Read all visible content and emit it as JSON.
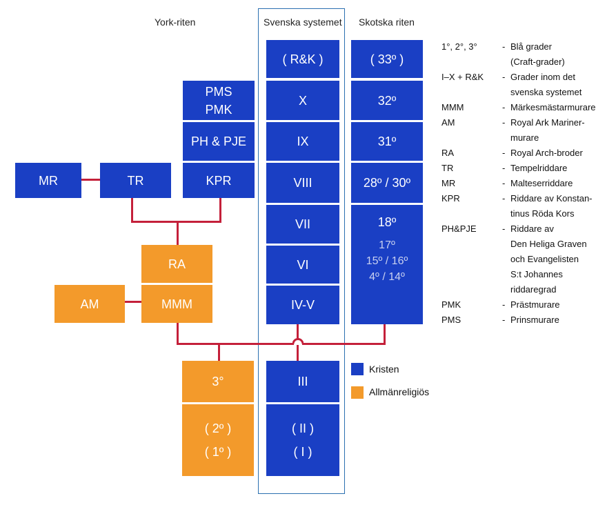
{
  "headers": {
    "york": "York-riten",
    "svenska": "Svenska systemet",
    "skotska": "Skotska riten"
  },
  "york_boxes": {
    "pms_pmk_1": "PMS",
    "pms_pmk_2": "PMK",
    "ph_pje": "PH & PJE",
    "kpr": "KPR",
    "mr": "MR",
    "tr": "TR",
    "ra": "RA",
    "am": "AM",
    "mmm": "MMM",
    "deg3": "3°",
    "deg2": "( 2º )",
    "deg1": "( 1º )"
  },
  "svenska_boxes": {
    "rk": "( R&K )",
    "x": "X",
    "ix": "IX",
    "viii": "VIII",
    "vii": "VII",
    "vi": "VI",
    "ivv": "IV-V",
    "iii": "III",
    "ii": "( II )",
    "i": "( I )"
  },
  "skotska_boxes": {
    "d33": "( 33º )",
    "d32": "32º",
    "d31": "31º",
    "d28_30": "28º / 30º",
    "d18": "18º",
    "d17": "17º",
    "d15_16": "15º / 16º",
    "d4_14": "4º / 14º"
  },
  "legend": {
    "kristen": "Kristen",
    "allman": "Allmänreligiös"
  },
  "colors": {
    "blue": "#1a3fc4",
    "orange": "#f39a2b",
    "line": "#c4203a"
  },
  "glossary": [
    {
      "abbr": "1°, 2°, 3°",
      "dash": "-",
      "lines": [
        "Blå grader",
        "(Craft-grader)"
      ]
    },
    {
      "abbr": "I–X + R&K",
      "dash": "-",
      "lines": [
        "Grader inom det",
        "svenska systemet"
      ]
    },
    {
      "abbr": "MMM",
      "dash": "-",
      "lines": [
        "Märkesmästarmurare"
      ]
    },
    {
      "abbr": "AM",
      "dash": "-",
      "lines": [
        "Royal Ark Mariner-",
        "murare"
      ]
    },
    {
      "abbr": "RA",
      "dash": "-",
      "lines": [
        "Royal Arch-broder"
      ]
    },
    {
      "abbr": "TR",
      "dash": "-",
      "lines": [
        "Tempelriddare"
      ]
    },
    {
      "abbr": "MR",
      "dash": "-",
      "lines": [
        "Malteserriddare"
      ]
    },
    {
      "abbr": "KPR",
      "dash": "-",
      "lines": [
        "Riddare av Konstan-",
        "tinus Röda Kors"
      ]
    },
    {
      "abbr": "PH&PJE",
      "dash": "-",
      "lines": [
        "Riddare av",
        "Den Heliga Graven",
        "och Evangelisten",
        "S:t Johannes",
        "riddaregrad"
      ]
    },
    {
      "abbr": "PMK",
      "dash": "-",
      "lines": [
        "Prästmurare"
      ]
    },
    {
      "abbr": "PMS",
      "dash": "-",
      "lines": [
        "Prinsmurare"
      ]
    }
  ]
}
